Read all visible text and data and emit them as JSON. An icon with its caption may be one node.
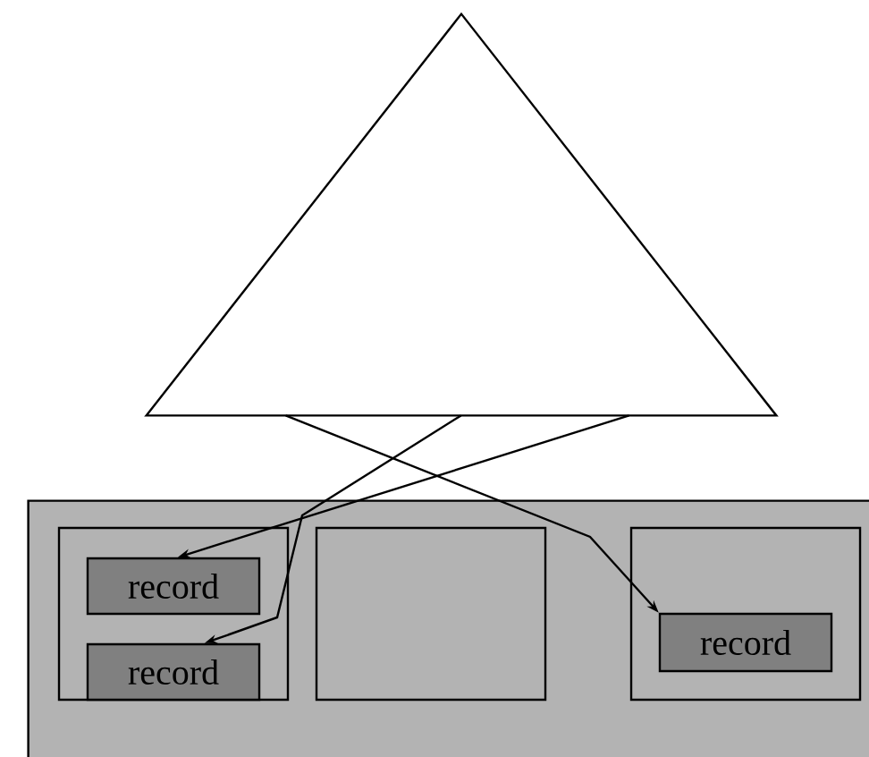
{
  "diagram": {
    "nodes": [
      {
        "text": [],
        "shape": "triangle"
      },
      {
        "text": [],
        "shape": "box"
      },
      {
        "text": [],
        "shape": "box",
        "in": 1
      },
      {
        "text": [
          "record"
        ],
        "in": 2
      },
      {
        "text": [
          "record"
        ],
        "in": 2
      },
      {
        "text": [],
        "shape": "box",
        "in": 1
      },
      {
        "text": [],
        "shape": "box",
        "in": 1
      },
      {
        "text": [
          "record"
        ],
        "in": 6
      }
    ],
    "edges": [
      {
        "from": 0,
        "to": 7,
        "arrow": "to"
      },
      {
        "from": 0,
        "to": 4,
        "arrow": "to"
      },
      {
        "from": 0,
        "to": 3,
        "arrow": "to"
      }
    ]
  }
}
